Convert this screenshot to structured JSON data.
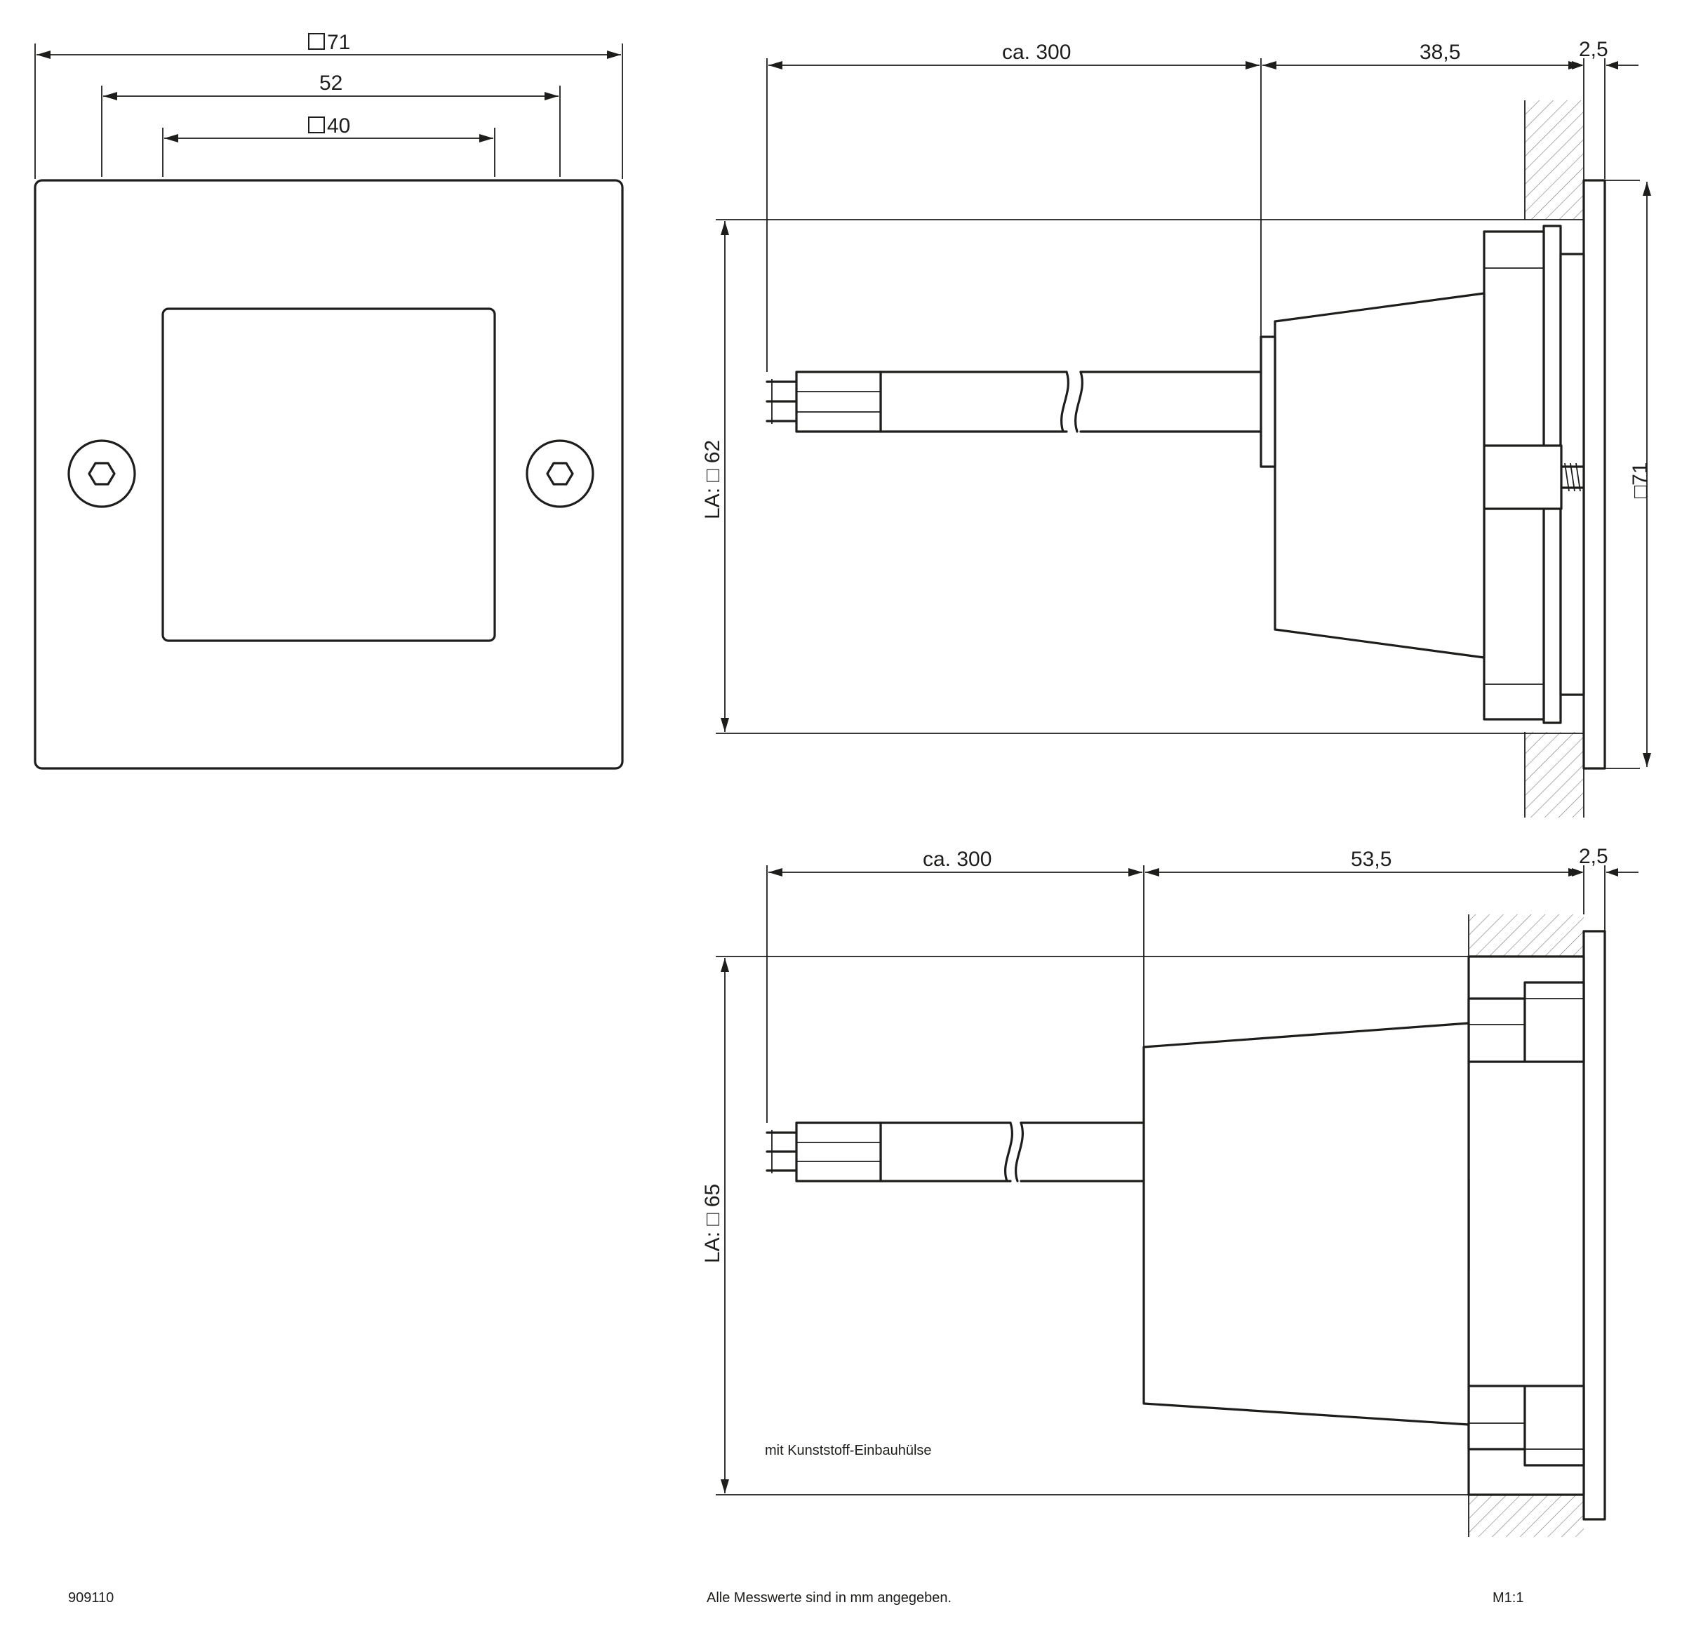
{
  "front_view": {
    "dim_outer": "71",
    "dim_holes": "52",
    "dim_inner": "40"
  },
  "side_view_1": {
    "dim_cable": "ca. 300",
    "dim_depth": "38,5",
    "dim_plate": "2,5",
    "dim_cutout": "LA: □ 62",
    "dim_height": "□71"
  },
  "side_view_2": {
    "dim_cable": "ca. 300",
    "dim_depth": "53,5",
    "dim_plate": "2,5",
    "dim_cutout": "LA: □ 65",
    "note": "mit Kunststoff-Einbauhülse"
  },
  "footer": {
    "article_no": "909110",
    "units_note": "Alle Messwerte sind in mm angegeben.",
    "scale": "M1:1"
  }
}
